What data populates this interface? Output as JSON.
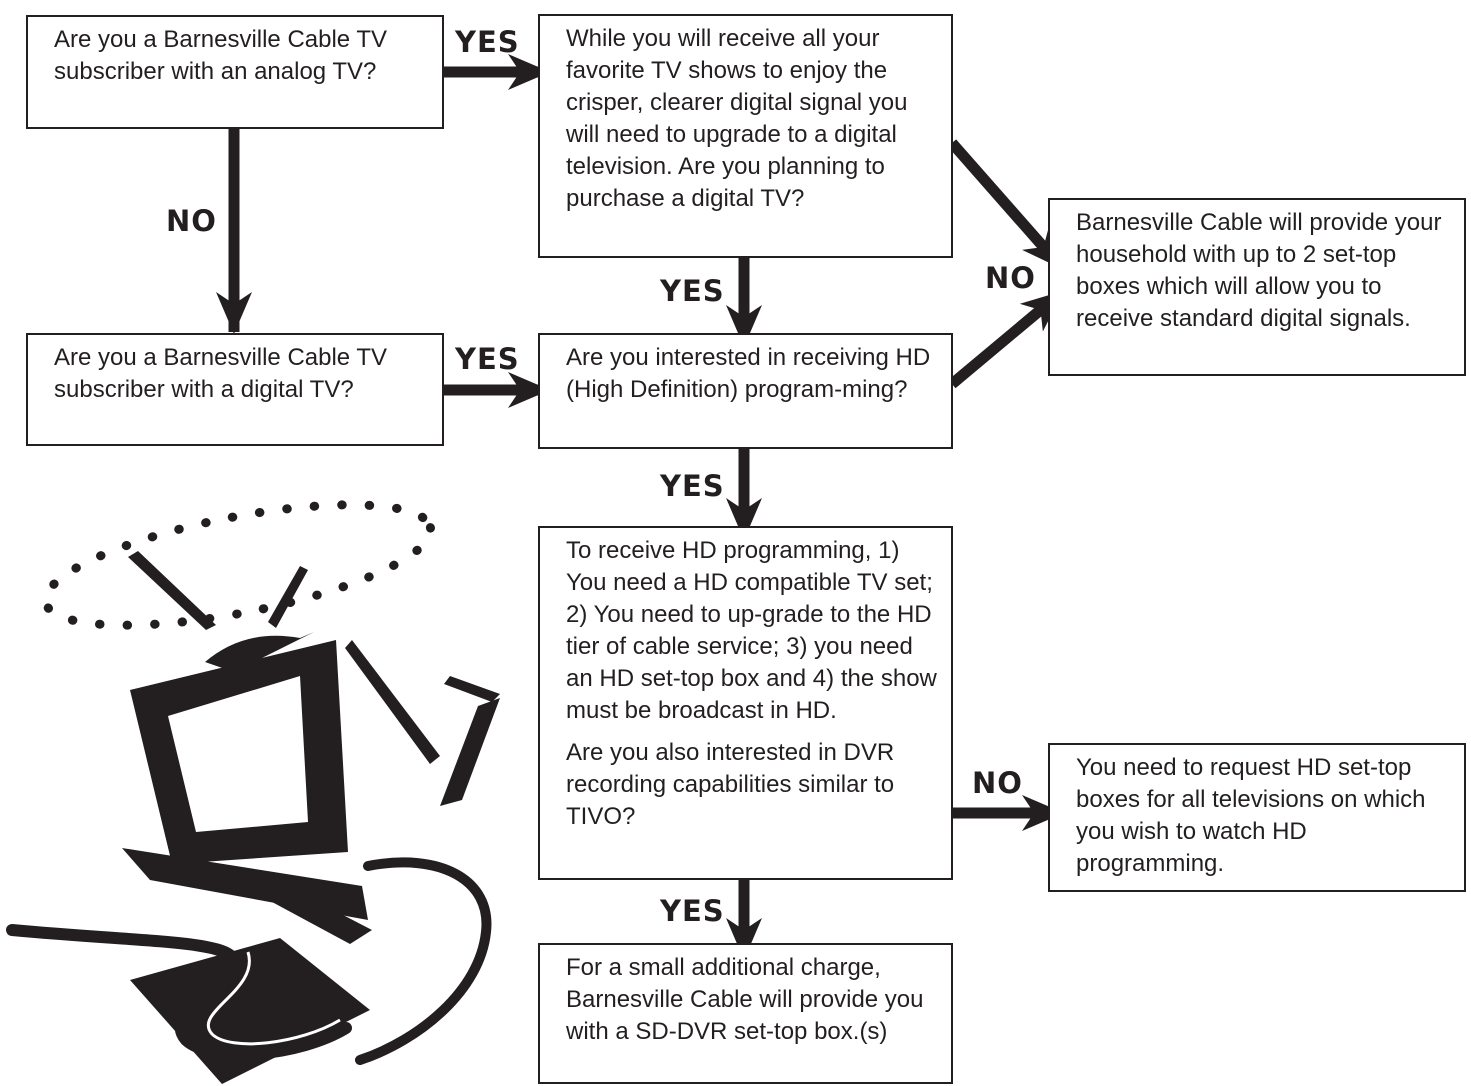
{
  "boxes": {
    "analog_question": "Are you a Barnesville Cable TV subscriber with an analog TV?",
    "digital_upgrade": "While you will receive all your favorite TV shows to enjoy the crisper, clearer digital signal you will need to upgrade to a digital television. Are you planning to purchase a digital TV?",
    "settop_provision": "Barnesville Cable will provide your household with up to 2 set-top boxes which will allow you to receive standard digital signals.",
    "digital_question": "Are you a Barnesville Cable TV subscriber with a digital TV?",
    "hd_interest": "Are you interested in receiving HD (High Definition) program-ming?",
    "hd_requirements": "To receive HD programming, 1) You need a HD compatible TV set; 2) You need to up-grade to the HD tier of cable service; 3) you need an HD set-top box and 4) the show must be broadcast in HD.",
    "dvr_question": "Are you also interested in DVR recording capabilities similar to TIVO?",
    "hd_request": "You need to request HD set-top boxes for all televisions on which you wish to watch HD programming.",
    "dvr_offer": "For a small additional charge, Barnesville Cable will provide you with a SD-DVR set-top box.(s)"
  },
  "labels": {
    "yes": "YES",
    "no": "NO"
  },
  "colors": {
    "ink": "#231f20",
    "background": "#ffffff"
  },
  "illustration": "computer-clipart"
}
